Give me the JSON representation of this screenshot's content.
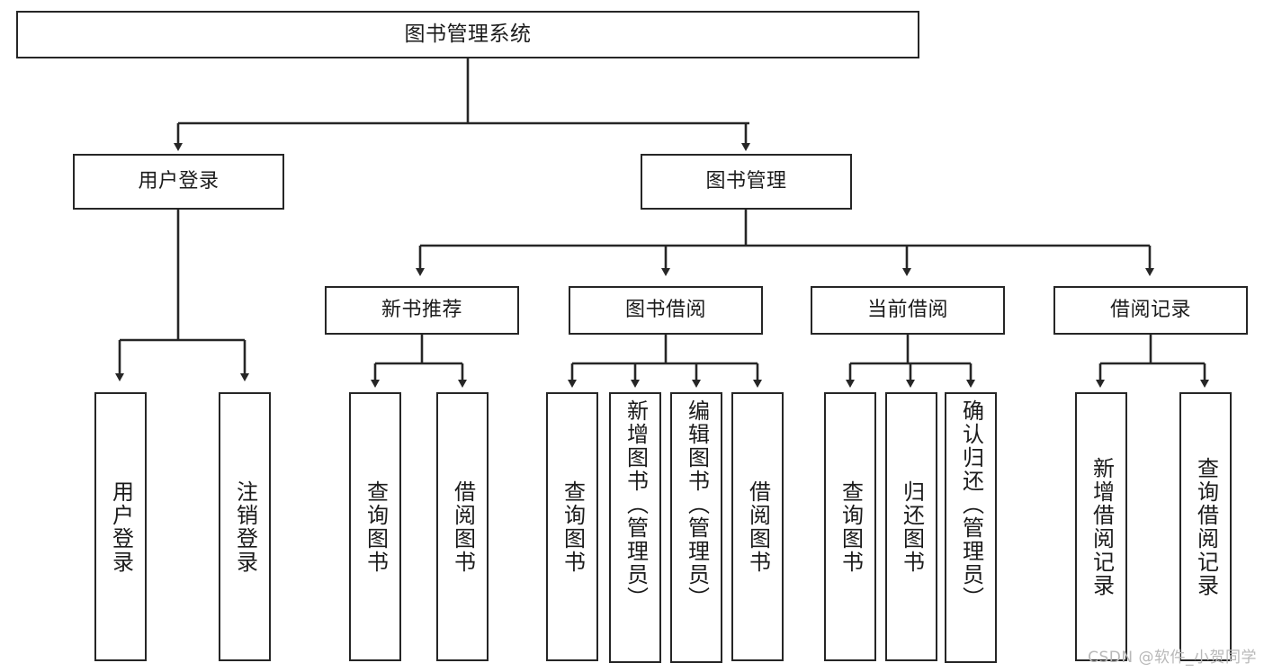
{
  "diagram": {
    "title": "图书管理系统",
    "watermark": "CSDN @软件_小贺同学",
    "line_color": "#262626",
    "box_fill": "#ffffff",
    "text_color": "#1b1b1b",
    "watermark_color": "#b8b8b8"
  },
  "nodes": {
    "root": {
      "label": "图书管理系统"
    },
    "level2": [
      {
        "label": "用户登录"
      },
      {
        "label": "图书管理"
      }
    ],
    "level3": [
      {
        "label": "新书推荐"
      },
      {
        "label": "图书借阅"
      },
      {
        "label": "当前借阅"
      },
      {
        "label": "借阅记录"
      }
    ],
    "leaves_user_login": [
      {
        "label": "用户登录"
      },
      {
        "label": "注销登录"
      }
    ],
    "leaves_new_books": [
      {
        "label": "查询图书"
      },
      {
        "label": "借阅图书"
      }
    ],
    "leaves_borrow": [
      {
        "label": "查询图书"
      },
      {
        "label": "新增图书（管理员）"
      },
      {
        "label": "编辑图书（管理员）"
      },
      {
        "label": "借阅图书"
      }
    ],
    "leaves_current": [
      {
        "label": "查询图书"
      },
      {
        "label": "归还图书"
      },
      {
        "label": "确认归还（管理员）"
      }
    ],
    "leaves_records": [
      {
        "label": "新增借阅记录"
      },
      {
        "label": "查询借阅记录"
      }
    ]
  }
}
